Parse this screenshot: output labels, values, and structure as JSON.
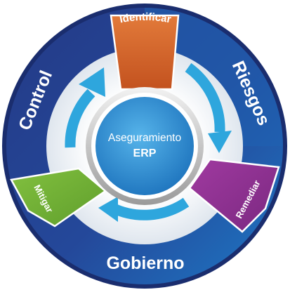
{
  "center": {
    "title": "Aseguramiento",
    "subtitle": "ERP"
  },
  "ring_words": {
    "control": "Control",
    "riesgos": "Riesgos",
    "gobierno": "Gobierno"
  },
  "stages": {
    "identificar": "Identificar",
    "remediar": "Remediar",
    "mitigar": "Mitigar"
  },
  "colors": {
    "ring_dark": "#243a86",
    "ring_blue": "#1e68b8",
    "identificar": "#d4622a",
    "remediar": "#8a2e8e",
    "mitigar": "#6fae34",
    "arrow": "#2ea6dd",
    "center": "#2b8fd1"
  },
  "icons": [
    "cycle-arrow-icon"
  ]
}
